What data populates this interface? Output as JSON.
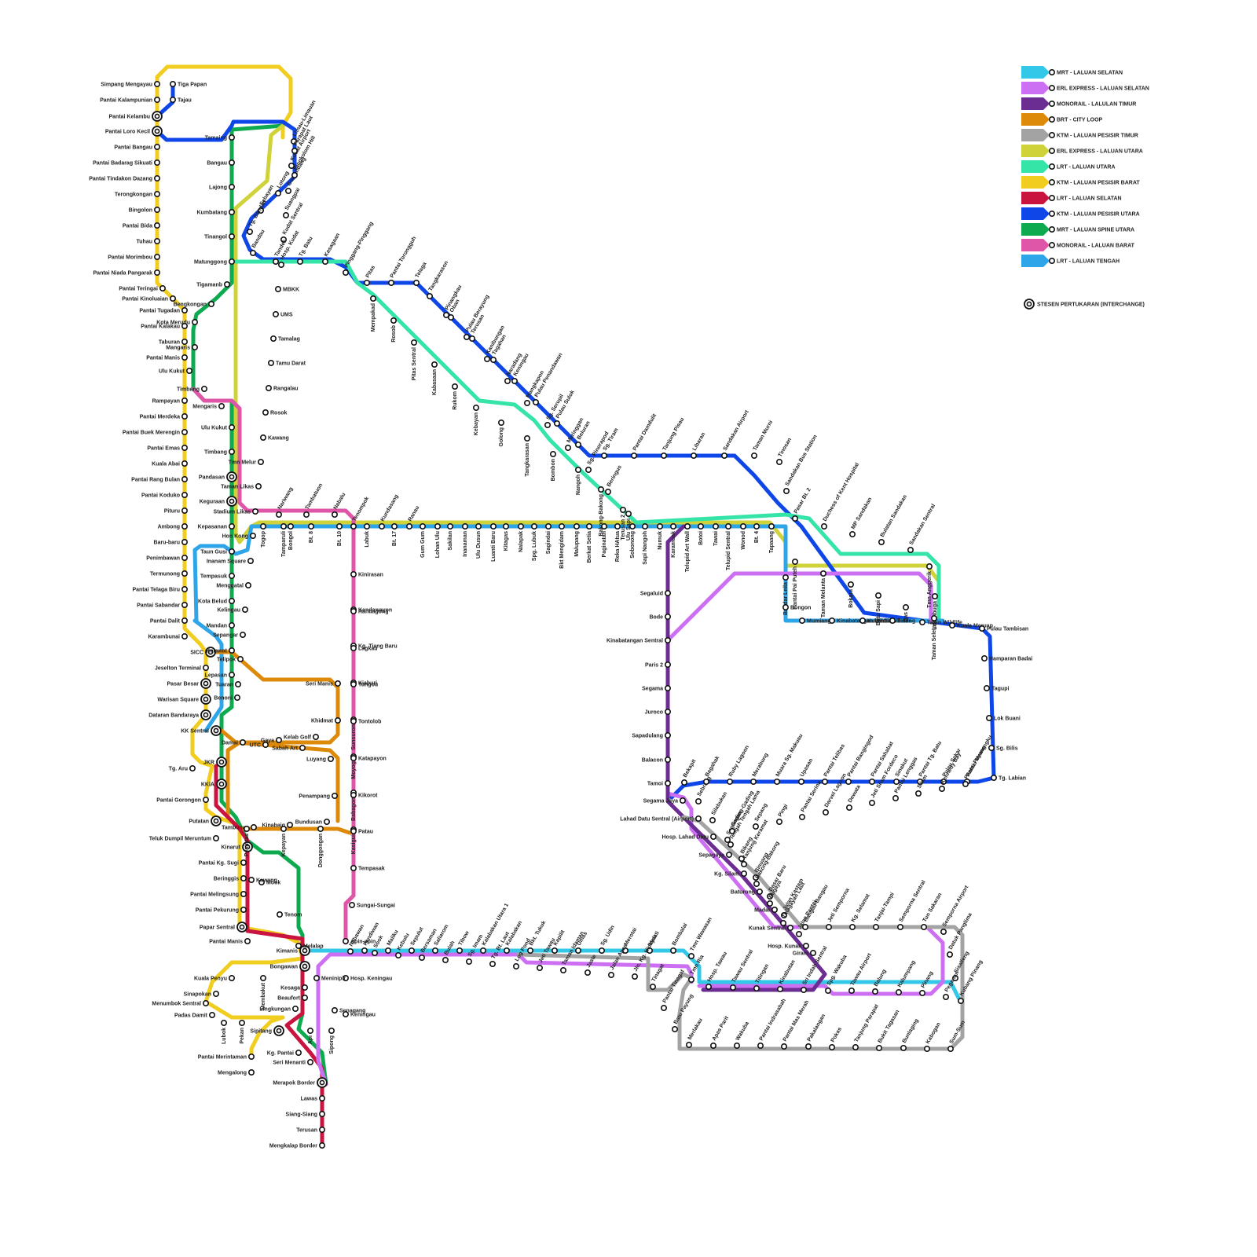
{
  "legend": {
    "lines": [
      {
        "key": "mrt_selatan",
        "label": "MRT - LALUAN SELATAN",
        "color": "#33c8e8"
      },
      {
        "key": "erl_selatan",
        "label": "ERL EXPRESS - LALUAN SELATAN",
        "color": "#cc6ff2"
      },
      {
        "key": "mono_timur",
        "label": "MONORAIL - LALULAN TIMUR",
        "color": "#6b2d92"
      },
      {
        "key": "brt",
        "label": "BRT - CITY LOOP",
        "color": "#dd8a0a"
      },
      {
        "key": "ktm_timur",
        "label": "KTM - LALUAN PESISIR TIMUR",
        "color": "#a3a3a3"
      },
      {
        "key": "erl_utara",
        "label": "ERL EXPRESS - LALUAN UTARA",
        "color": "#cfd238"
      },
      {
        "key": "lrt_utara",
        "label": "LRT - LALUAN UTARA",
        "color": "#35e5a8"
      },
      {
        "key": "ktm_barat",
        "label": "KTM - LALUAN PESISIR BARAT",
        "color": "#f0cd1e"
      },
      {
        "key": "lrt_selatan",
        "label": "LRT - LALUAN SELATAN",
        "color": "#c8143e"
      },
      {
        "key": "ktm_utara",
        "label": "KTM - LALUAN PESISIR UTARA",
        "color": "#0e46e8"
      },
      {
        "key": "mrt_spine",
        "label": "MRT - LALUAN SPINE UTARA",
        "color": "#0eaa50"
      },
      {
        "key": "mono_barat",
        "label": "MONORAIL - LALUAN BARAT",
        "color": "#df55a8"
      },
      {
        "key": "lrt_tengah",
        "label": "LRT - LALUAN TENGAH",
        "color": "#2ea5e8"
      }
    ],
    "interchange": "STESEN PERTUKARAN (INTERCHANGE)"
  },
  "stations": {
    "west": [
      "Simpang Mengayau",
      "Tiga Papan",
      "Pantai Kalampunian",
      "Tajau",
      "Pantai Kelambu",
      "Pantai Loro Kecil",
      "Pantai Bangau",
      "Pantai Badarag Sikuati",
      "Pantai Tindakon Dazang",
      "Terongkongan",
      "Bingolon",
      "Pantai Bida",
      "Tuhau",
      "Pantai Morimbou",
      "Pantai Niada Pangarak",
      "Pantai Teringai",
      "Pantai Kinoluaian",
      "Pantai Tugadan",
      "Pantai Kalakau",
      "Taburan",
      "Pantai Manis",
      "Rampayan",
      "Pantai Merdeka",
      "Pantai Buek Merengin",
      "Pantai Emas",
      "Kuala Abai",
      "Pantai Rang Bulan",
      "Pantai Koduko",
      "Pituru",
      "Ambong",
      "Baru-baru",
      "Penimbawan",
      "Termunong",
      "Pantai Telaga Biru",
      "Pantai Sabandar",
      "Pantai Dalit",
      "Karambunai",
      "SICC",
      "Jeselton Terminal",
      "Pasar Besar",
      "Warisan Square",
      "Dataran Bandaraya",
      "KK Sentral",
      "JKR",
      "Tg. Aru",
      "KKIA",
      "Pantai Gorongon",
      "Putatan",
      "Teluk Dumpil Meruntum",
      "Kinarut",
      "Pantai Kg. Sugi",
      "Beringgis",
      "Pantai Melingsung",
      "Pantai Pekurung",
      "Papar Sentral",
      "Pantai Manis",
      "Kimanis",
      "Bongawan",
      "Kesaga",
      "Beaufort",
      "Lingkungan",
      "Sipitang",
      "Kuala Penyu",
      "Sinapokan",
      "Menumbok Sentral",
      "Padas Damit",
      "Lubok",
      "Pekan",
      "Membakut",
      "Pantai Merintaman",
      "Mengalong",
      "Kg. Pantai",
      "Seri Menanti",
      "Merapok Border",
      "Lawas",
      "Siang-Siang",
      "Terusan",
      "Mengkalap Border",
      "Api",
      "Sipong"
    ],
    "spine": [
      "Tamaing",
      "Bangau",
      "Lajong",
      "Kumbatang",
      "Tinangol",
      "Matunggong",
      "Tigamanb",
      "Bengkongan",
      "Kota Merudu",
      "Mangaris",
      "Ulu Kukut",
      "Timbang",
      "Mengaris",
      "Ulu Kukut",
      "Timbang",
      "Pandasan",
      "Keguraan",
      "Kepasanan",
      "Taun Gusi",
      "Tempasuk",
      "Kota Belud",
      "Mandan",
      "Kelawat",
      "Lepasan",
      "Benoni",
      "Tuaran",
      "Telipok",
      "Sepangar",
      "Kelingau",
      "Menggatal",
      "Inanam Square",
      "Hon Kong",
      "Stadium Likas",
      "Taman Likas",
      "Tmn Melur",
      "Kawang",
      "Rosok",
      "Rangalau",
      "Tamu Darat",
      "Tamalag",
      "UMS",
      "MBKK",
      "Hosp. Kudat",
      "Kudat Sentral",
      "Suangpai",
      "Gumandang",
      "Kudat Airport",
      "Limau-Limauan",
      "Parapat Laut",
      "Bingkolom Hill",
      "Lotong",
      "Sebayan",
      "Tg. Bandau",
      "Bandau",
      "Tandek",
      "Tg. Batu",
      "Kasagaan",
      "Pinggang-Pinggang",
      "Pitas",
      "Pantai Torongguh",
      "Telaga"
    ],
    "city": [
      "Seri Manis",
      "Khidmat",
      "Kelab Golf",
      "Gaya",
      "Damai",
      "UTC",
      "Sabah Art",
      "Luyang",
      "Penampang",
      "Bundusan",
      "Kinabaig",
      "Tambunan",
      "Penintas",
      "Kepayan",
      "Donggongan",
      "Kasigui",
      "Babagon",
      "Moyog",
      "Sunsuron",
      "Kiaburi",
      "Kg. Tiang Baru",
      "Kandawayon",
      "Kinirasan",
      "Randagong",
      "Lagkau",
      "Tungou",
      "Tontolob",
      "Katapayon",
      "Kikorot",
      "Patau",
      "Tempasak",
      "Sungai-Sungai",
      "Apin-apin",
      "Hosp. Keningau",
      "Keningau",
      "Senagang",
      "Meninipir",
      "Melalap",
      "Tenom",
      "Mook",
      "Kawang"
    ],
    "central": [
      "Nariwang",
      "Tambatuon",
      "Nabalu",
      "Tenompok",
      "Kundasang",
      "Ranau",
      "Lohan Ulu",
      "Inanaman",
      "Luanti Baru",
      "Nalapak",
      "Sagindai",
      "Malupang",
      "Paginatan",
      "Sobonong",
      "Numuk",
      "Telupid Art Wall",
      "Tawai",
      "Wonod",
      "Tapaang",
      "Bt. 4",
      "Telupid Sentral",
      "Botoi",
      "Karamuak",
      "Sapi Nangoh",
      "Reka HAtua",
      "Berkat Setia",
      "Bkt Mengidam",
      "Spg. Lubuk",
      "Kitagas",
      "Ulu Dusun",
      "Sakilan",
      "Gum Gum",
      "Bt. 17",
      "Labuk",
      "Bt. 10",
      "Bt. 8",
      "Tamparuli",
      "Togop",
      "Bongol"
    ],
    "northeast": [
      "Mempakad",
      "Rosob",
      "Pitas Sentral",
      "Kabasaan",
      "Rukom",
      "Kebayan",
      "Golong",
      "Tangkarasan",
      "Bombon",
      "Nangoh",
      "Bakong-Bakong",
      "Terusan 2",
      "Ulu Sapi",
      "Beringus",
      "Sg. Pinorapod",
      "Maringgan",
      "Sg. Serupil",
      "Mangkapon",
      "Naradang",
      "Kanibungan",
      "Pulau Berayung",
      "Pinangkau",
      "Tangkarason",
      "Oban",
      "Terusan",
      "Tagahan",
      "Keningau",
      "Pulau Penandawan",
      "Pulau Sulok",
      "Beluran",
      "Sg. Tiram",
      "Pantai Damdulit",
      "Tanjung Pisau",
      "Libaran",
      "Sandakan Airport",
      "Taman Murni",
      "Tinosan",
      "Sandakan Bus Station",
      "Pasar Bt. 2",
      "Duchess of Kent Hospital",
      "MP Sandakan",
      "Bulatan Sandakan",
      "Sandakan Sentral",
      "Tmn Anggerik",
      "Lor Sibuga",
      "Taman Seletar",
      "Gas",
      "Batu Sapi",
      "Bokara",
      "Taman Melanta",
      "Pantai Pai Puteh",
      "Bandar Leila",
      "Bongon",
      "Mumiang",
      "Kinabatangan Wildlife",
      "Kulamba Wildlife",
      "Tidong",
      "Tabin Wildlife",
      "Kuala Meruap",
      "Pulau Tambisan",
      "Hamparan Badai",
      "Tagupi",
      "Lok Buani",
      "Sg. Bilis",
      "Tg. Labian"
    ],
    "east": [
      "Segaluid",
      "Bode",
      "Kinabatangan Sentral",
      "Paris 2",
      "Segama",
      "Juroco",
      "Sapadulang",
      "Balacon",
      "Tamoi",
      "Segama Jaya",
      "Lahad Datu Sentral (Airport)",
      "Hosp. Lahad Datu",
      "Sepagaya",
      "Kg. Silam",
      "Baturong",
      "Madai",
      "Kunak Sentral",
      "Hosp. Kunak",
      "Giram",
      "Jalan Pantai",
      "Jalan Kastam",
      "Dasar Baru",
      "Binuang",
      "Bikang",
      "Segangan",
      "Silabukan",
      "Sebrang",
      "Bekapit",
      "Bagahak",
      "Ruby Lagoon",
      "Merabung",
      "Muara Sg. Makuau",
      "Upasan",
      "Pantai Telibas",
      "Pantai Bangingod",
      "Pantai Sahabat",
      "Sinakut",
      "Pantai Tg. Batu",
      "Pulau Sakar",
      "Pantai Memengku",
      "Pantai Payang",
      "Kennedy Bay",
      "Silam",
      "Pantai Lenggas",
      "Jeti Silam Fordeco",
      "Dewata",
      "Darvel Lagoon",
      "Pantai Serina",
      "Pingi",
      "Sepang",
      "Gading-Gading",
      "Tengah Tengah Lama",
      "Tanjung Keramat",
      "Bakong-Bakong",
      "Bugaya",
      "Tinagayan Laut",
      "Bangau-Bangau",
      "Jeti Semporna",
      "Kg. Selamat",
      "Tanjai-Tampi",
      "Semporna Sentral",
      "Tun Sakaran",
      "Semporna Airport",
      "Datuk Panglima",
      "Sisalleng",
      "Kubang Pinang",
      "Peganan",
      "Pinang",
      "Kalumpang",
      "Balung",
      "Tawau Airport",
      "Spg. Wakuba",
      "Sri Indah Sentral",
      "Kinabutan",
      "Titingan",
      "Tawau Sentral",
      "Hosp. Tawau",
      "Tmn Ria",
      "Tmn Wawasan",
      "Bombalai",
      "Melati",
      "Merotai",
      "Sg. Udin",
      "Umas",
      "Kapilit",
      "Bkt. Tukuk",
      "Kalabakan",
      "Kalabakan Utara 1",
      "Tibow",
      "Saliarom",
      "Sepulut",
      "Maliku",
      "Pendiwan",
      "Nabawan",
      "Sook",
      "Kebulu",
      "Bersaman",
      "Bulah",
      "Sg. Imam",
      "Tg. Bt. Laut",
      "Log Pond",
      "Jeti Tawau",
      "Taman Idaman",
      "Jaste",
      "Jalan Apas",
      "Jln. Kg. Hidayat",
      "Tinagat",
      "Pantai Tinagat",
      "Batu Payung",
      "Merlakau",
      "Apas Parit",
      "Wakuba",
      "Pantai Indrasabah",
      "Pantai Mas Merah",
      "Pakalangan",
      "Pokas",
      "Tanjung Parapat",
      "Bukit Tagasan",
      "Bunlaging",
      "Kabogan",
      "Sum-Sum"
    ]
  }
}
